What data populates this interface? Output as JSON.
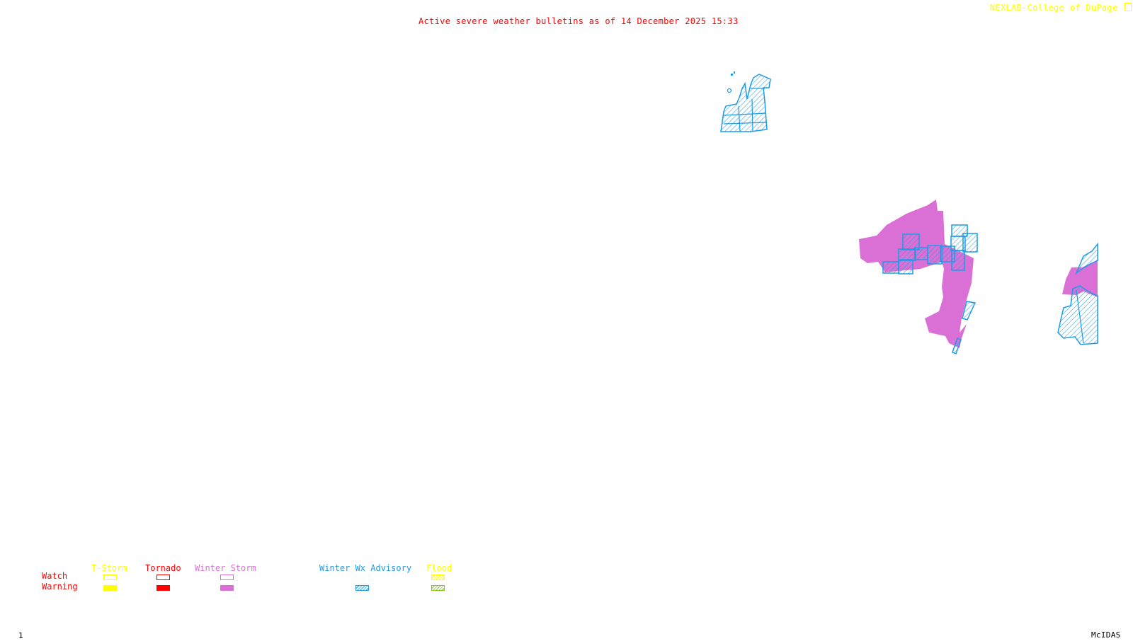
{
  "header": {
    "title": "Active severe weather bulletins as of 14 December 2025 15:33",
    "credit": "NEXLAB-College of DuPage",
    "credit_icon": "corner-logo-icon"
  },
  "footer": {
    "frame_number": "1",
    "software": "McIDAS"
  },
  "colors": {
    "title": "#ff0000",
    "credit": "#ffff00",
    "tstorm": "#ffff00",
    "tornado": "#ff0000",
    "winter_storm": "#da70d6",
    "winter_wx_advisory": "#1e9be6",
    "flood_watch": "#ffff00",
    "flood_warning": "#7fcc00"
  },
  "legend": {
    "row_labels": {
      "watch": "Watch",
      "warning": "Warning"
    },
    "columns": [
      {
        "label": "T-Storm",
        "watch": "outline",
        "warning": "filled"
      },
      {
        "label": "Tornado",
        "watch": "outline",
        "warning": "filled"
      },
      {
        "label": "Winter Storm",
        "watch": "outline",
        "warning": "filled"
      },
      {
        "label": "Winter Wx Advisory",
        "watch": "none",
        "warning": "hatched"
      },
      {
        "label": "Flood",
        "watch": "hatched",
        "warning": "hatched"
      }
    ]
  },
  "map": {
    "regions": [
      {
        "name": "northern-advisory-area",
        "type": "Winter Wx Advisory"
      },
      {
        "name": "central-winter-storm-warning",
        "type": "Winter Storm Warning"
      },
      {
        "name": "central-advisory-counties",
        "type": "Winter Wx Advisory"
      },
      {
        "name": "eastern-winter-storm-warning",
        "type": "Winter Storm Warning"
      },
      {
        "name": "eastern-advisory-area",
        "type": "Winter Wx Advisory"
      }
    ]
  }
}
